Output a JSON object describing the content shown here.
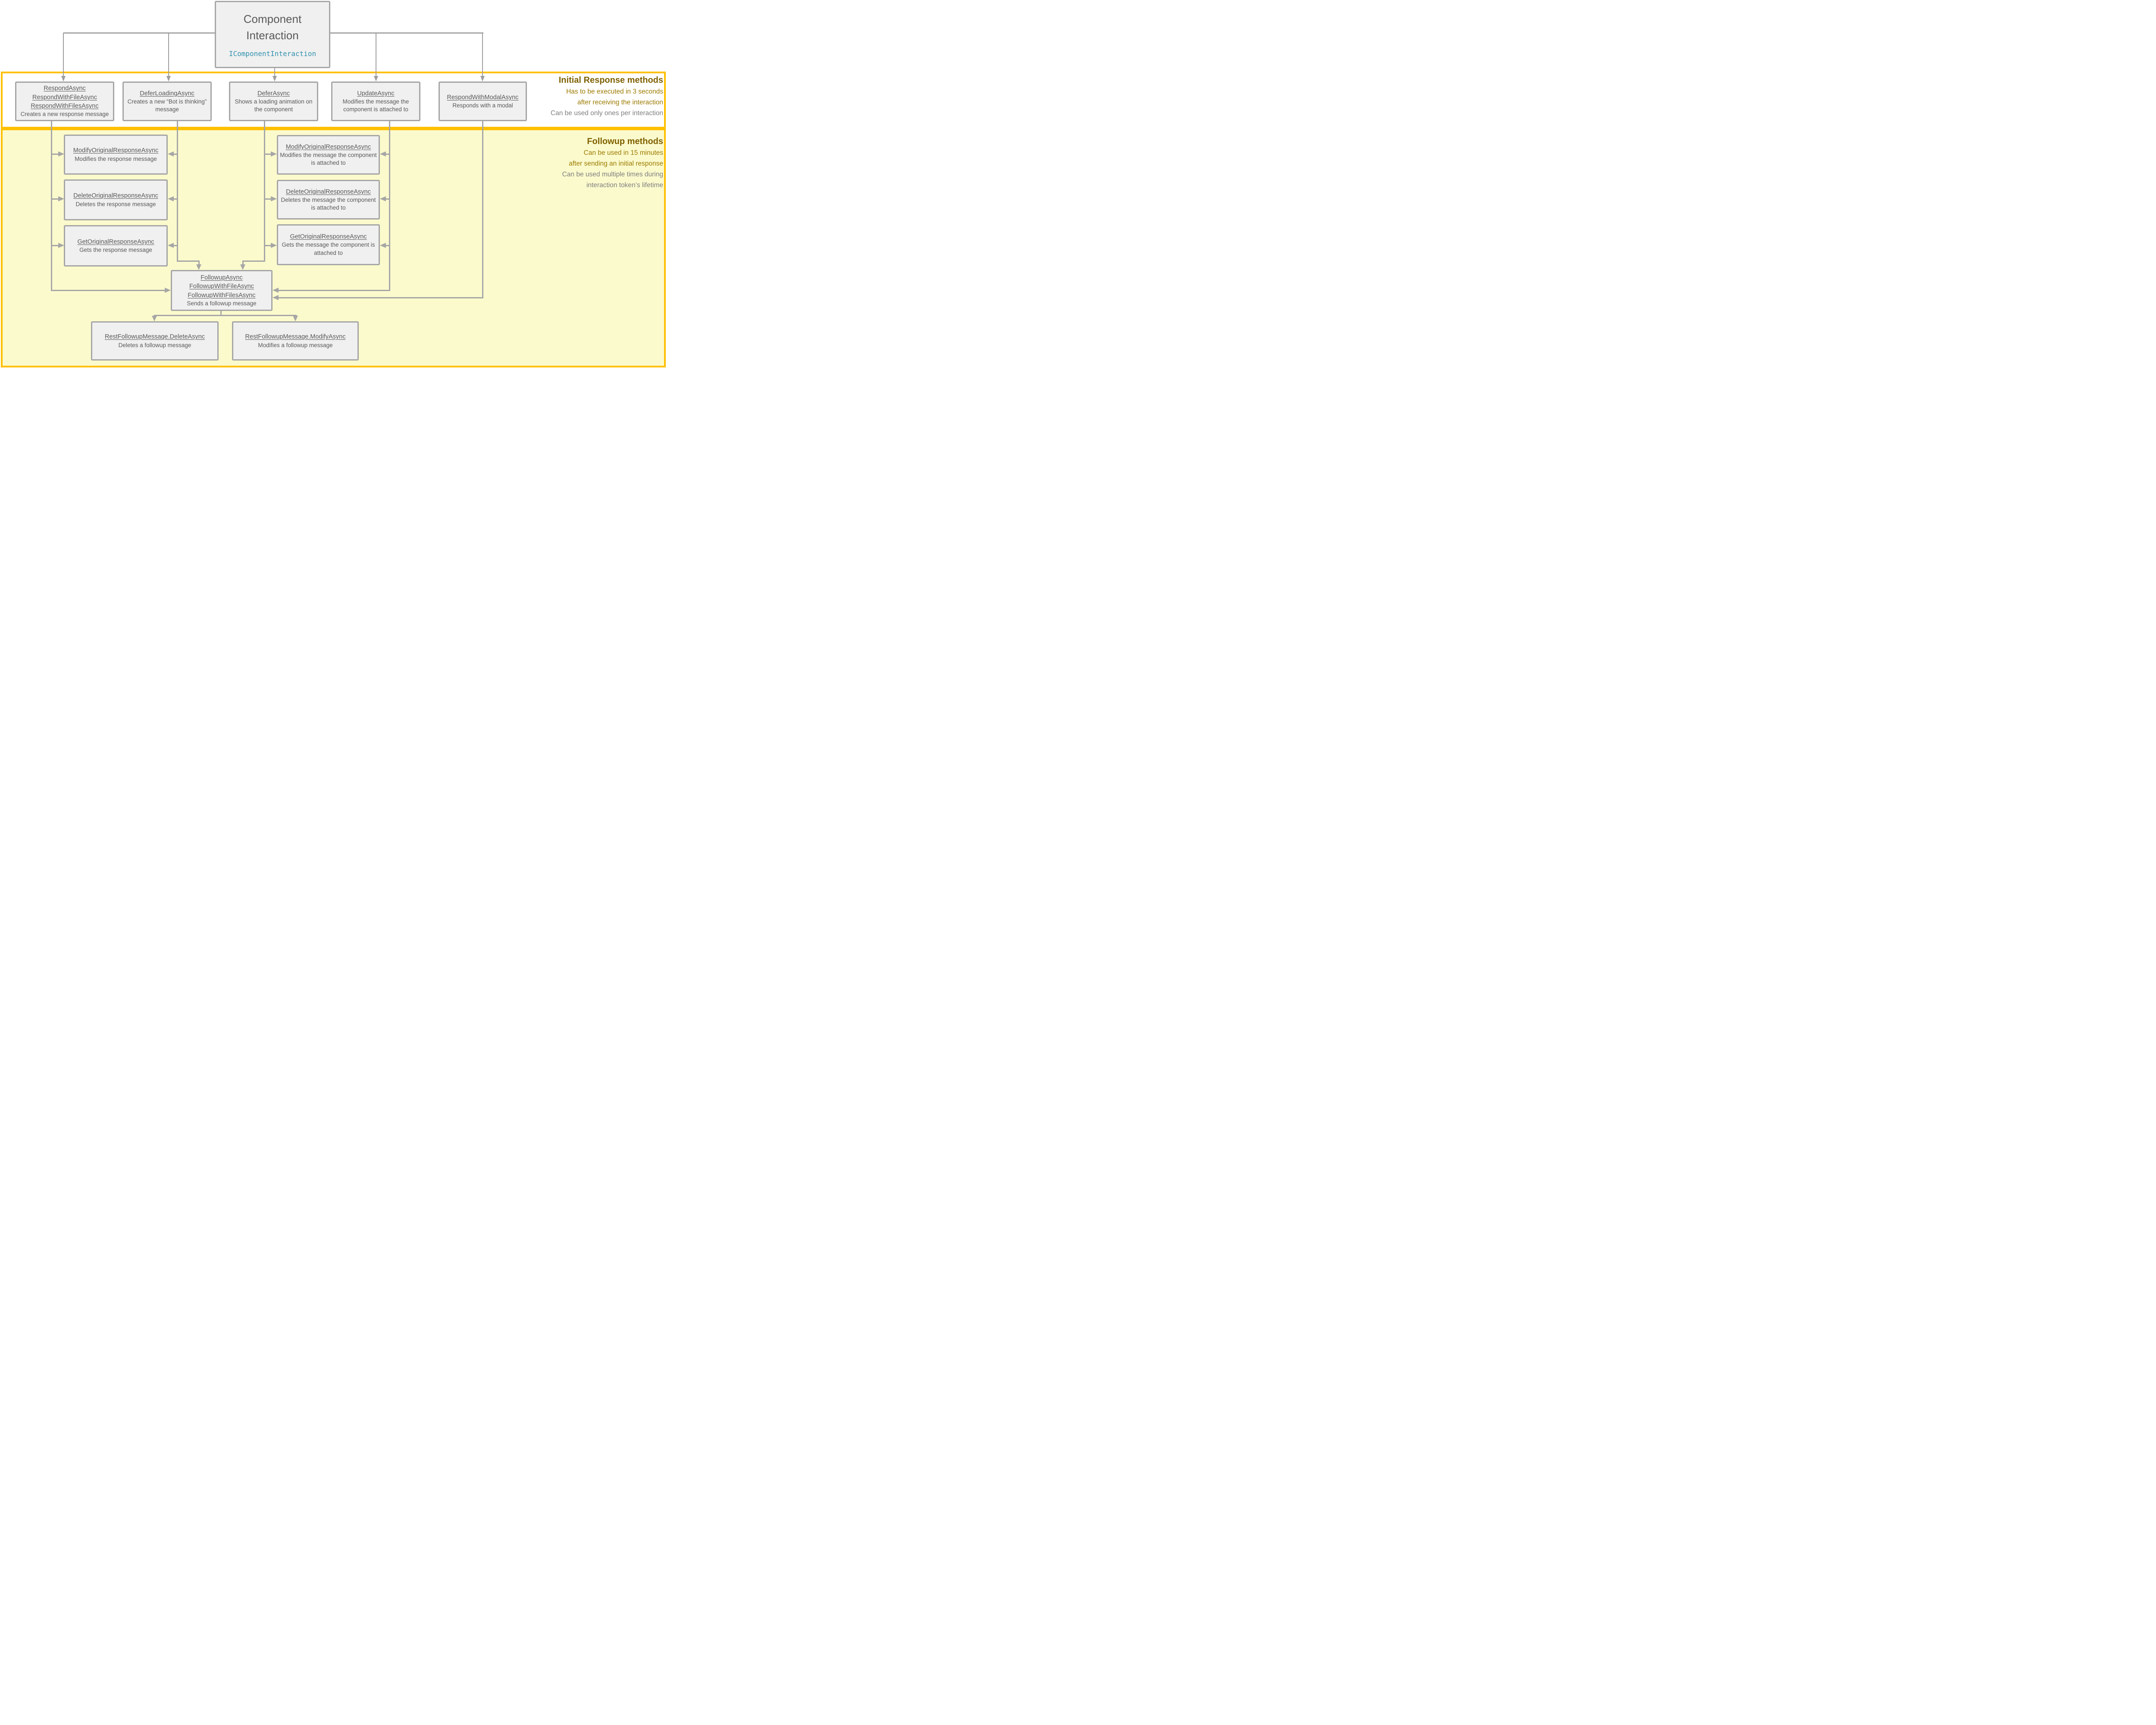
{
  "colors": {
    "section_border_gold": "#FFC000",
    "followup_band_fill": "#FBFACD",
    "node_fill": "#F0F0F0",
    "node_border": "#A6A6A6",
    "connector_gray": "#A6A6A6",
    "text_gray": "#595959",
    "interface_teal": "#2E91AE",
    "heading_dark_gold": "#7F6000",
    "note_gold": "#9C7A00",
    "note_gray": "#7F7F7F"
  },
  "root_node": {
    "line1": "Component",
    "line2": "Interaction",
    "interface_name": "IComponentInteraction"
  },
  "initial_section": {
    "heading": "Initial Response methods",
    "gold_notes": [
      "Has to be executed in 3 seconds",
      "after receiving the interaction"
    ],
    "gray_note": "Can be used only ones per interaction",
    "boxes": [
      {
        "methods": [
          "RespondAsync",
          "RespondWithFileAsync",
          "RespondWithFilesAsync"
        ],
        "description": "Creates a new response message"
      },
      {
        "methods": [
          "DeferLoadingAsync"
        ],
        "description": "Creates a new “Bot is thinking” message"
      },
      {
        "methods": [
          "DeferAsync"
        ],
        "description": "Shows a loading animation on the component"
      },
      {
        "methods": [
          "UpdateAsync"
        ],
        "description": "Modifies the message the component is attached to"
      },
      {
        "methods": [
          "RespondWithModalAsync"
        ],
        "description": "Responds with a modal"
      }
    ]
  },
  "followup_section": {
    "heading": "Followup methods",
    "gold_notes": [
      "Can be used in 15 minutes",
      "after sending an initial response"
    ],
    "gray_notes": [
      "Can be used multiple times during",
      "interaction token’s lifetime"
    ],
    "original_response_boxes": [
      {
        "methods": [
          "ModifyOriginalResponseAsync"
        ],
        "description": "Modifies the response message"
      },
      {
        "methods": [
          "DeleteOriginalResponseAsync"
        ],
        "description": "Deletes the response message"
      },
      {
        "methods": [
          "GetOriginalResponseAsync"
        ],
        "description": "Gets the response message"
      }
    ],
    "attached_message_boxes": [
      {
        "methods": [
          "ModifyOriginalResponseAsync"
        ],
        "description": "Modifies the message the component is attached to"
      },
      {
        "methods": [
          "DeleteOriginalResponseAsync"
        ],
        "description": "Deletes the message the component is attached to"
      },
      {
        "methods": [
          "GetOriginalResponseAsync"
        ],
        "description": "Gets the message the component is attached to"
      }
    ],
    "followup_box": {
      "methods": [
        "FollowupAsync",
        "FollowupWithFileAsync",
        "FollowupWithFilesAsync"
      ],
      "description": "Sends a followup message"
    },
    "rest_message_boxes": [
      {
        "methods": [
          "RestFollowupMessage.DeleteAsync"
        ],
        "description": "Deletes a followup message"
      },
      {
        "methods": [
          "RestFollowupMessage.ModifyAsync"
        ],
        "description": "Modifies a followup message"
      }
    ]
  }
}
